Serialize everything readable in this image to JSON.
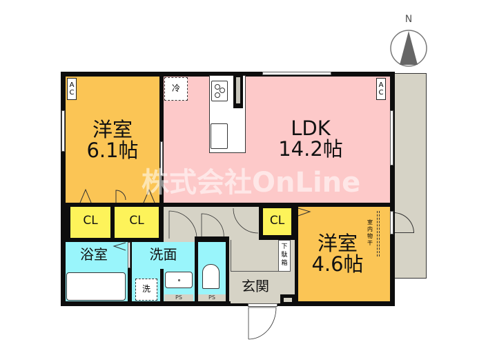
{
  "compass": {
    "label": "N",
    "icon": "north-arrow-icon"
  },
  "watermark": "株式会社OnLine",
  "rooms": {
    "western_room_1": {
      "name": "洋室",
      "size": "6.1帖",
      "color": "#fbc555"
    },
    "ldk": {
      "name": "LDK",
      "size": "14.2帖",
      "color": "#fdc9c9"
    },
    "western_room_2": {
      "name": "洋室",
      "size": "4.6帖",
      "color": "#fbc555"
    },
    "bathroom": {
      "name": "浴室",
      "color": "#99f5fb"
    },
    "washroom": {
      "name": "洗面",
      "color": "#99f5fb"
    },
    "toilet": {
      "color": "#99f5fb"
    },
    "entrance": {
      "name": "玄関",
      "color": "#d6d3c6"
    },
    "hallway": {
      "color": "#d6d3c6"
    },
    "balcony": {
      "color": "#d6d3c6"
    }
  },
  "closets": [
    {
      "label": "CL",
      "color": "#fdf35a"
    },
    {
      "label": "CL",
      "color": "#fdf35a"
    },
    {
      "label": "CL",
      "color": "#fdf35a"
    }
  ],
  "fixtures": {
    "ac_left": {
      "line1": "A",
      "line2": "C"
    },
    "ac_right": {
      "line1": "A",
      "line2": "C"
    },
    "fridge": "冷",
    "washer": "洗",
    "ps_left": "PS",
    "ps_right": "PS",
    "shoe_box": [
      "下",
      "駄",
      "箱"
    ],
    "indoor_drying": [
      "室",
      "内",
      "物",
      "干"
    ]
  },
  "colors": {
    "wall": "#0d0d0d",
    "outline": "#333333"
  }
}
